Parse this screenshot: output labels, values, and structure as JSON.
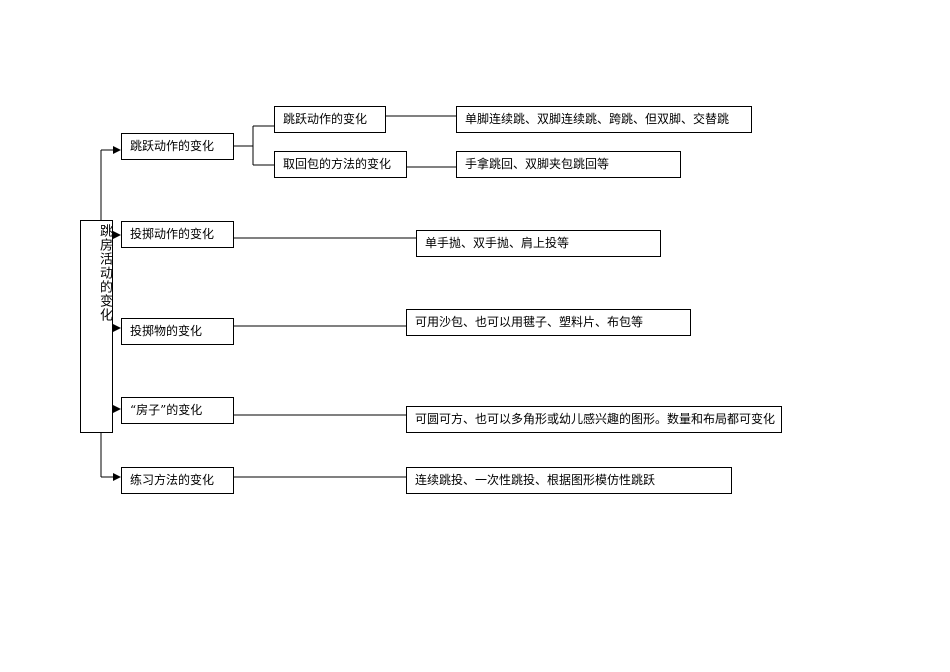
{
  "root": {
    "label": "跳房活动的变化"
  },
  "categories": [
    {
      "label": "跳跃动作的变化"
    },
    {
      "label": "投掷动作的变化"
    },
    {
      "label": "投掷物的变化"
    },
    {
      "label": "“房子”的变化"
    },
    {
      "label": "练习方法的变化"
    }
  ],
  "sub_categories": [
    {
      "label": "跳跃动作的变化"
    },
    {
      "label": "取回包的方法的变化"
    }
  ],
  "details": [
    {
      "label": "单脚连续跳、双脚连续跳、跨跳、但双脚、交替跳"
    },
    {
      "label": "手拿跳回、双脚夹包跳回等"
    },
    {
      "label": "单手抛、双手抛、肩上投等"
    },
    {
      "label": "可用沙包、也可以用毽子、塑料片、布包等"
    },
    {
      "label": "可圆可方、也可以多角形或幼儿感兴趣的图形。数量和布局都可变化"
    },
    {
      "label": "连续跳投、一次性跳投、根据图形模仿性跳跃"
    }
  ]
}
